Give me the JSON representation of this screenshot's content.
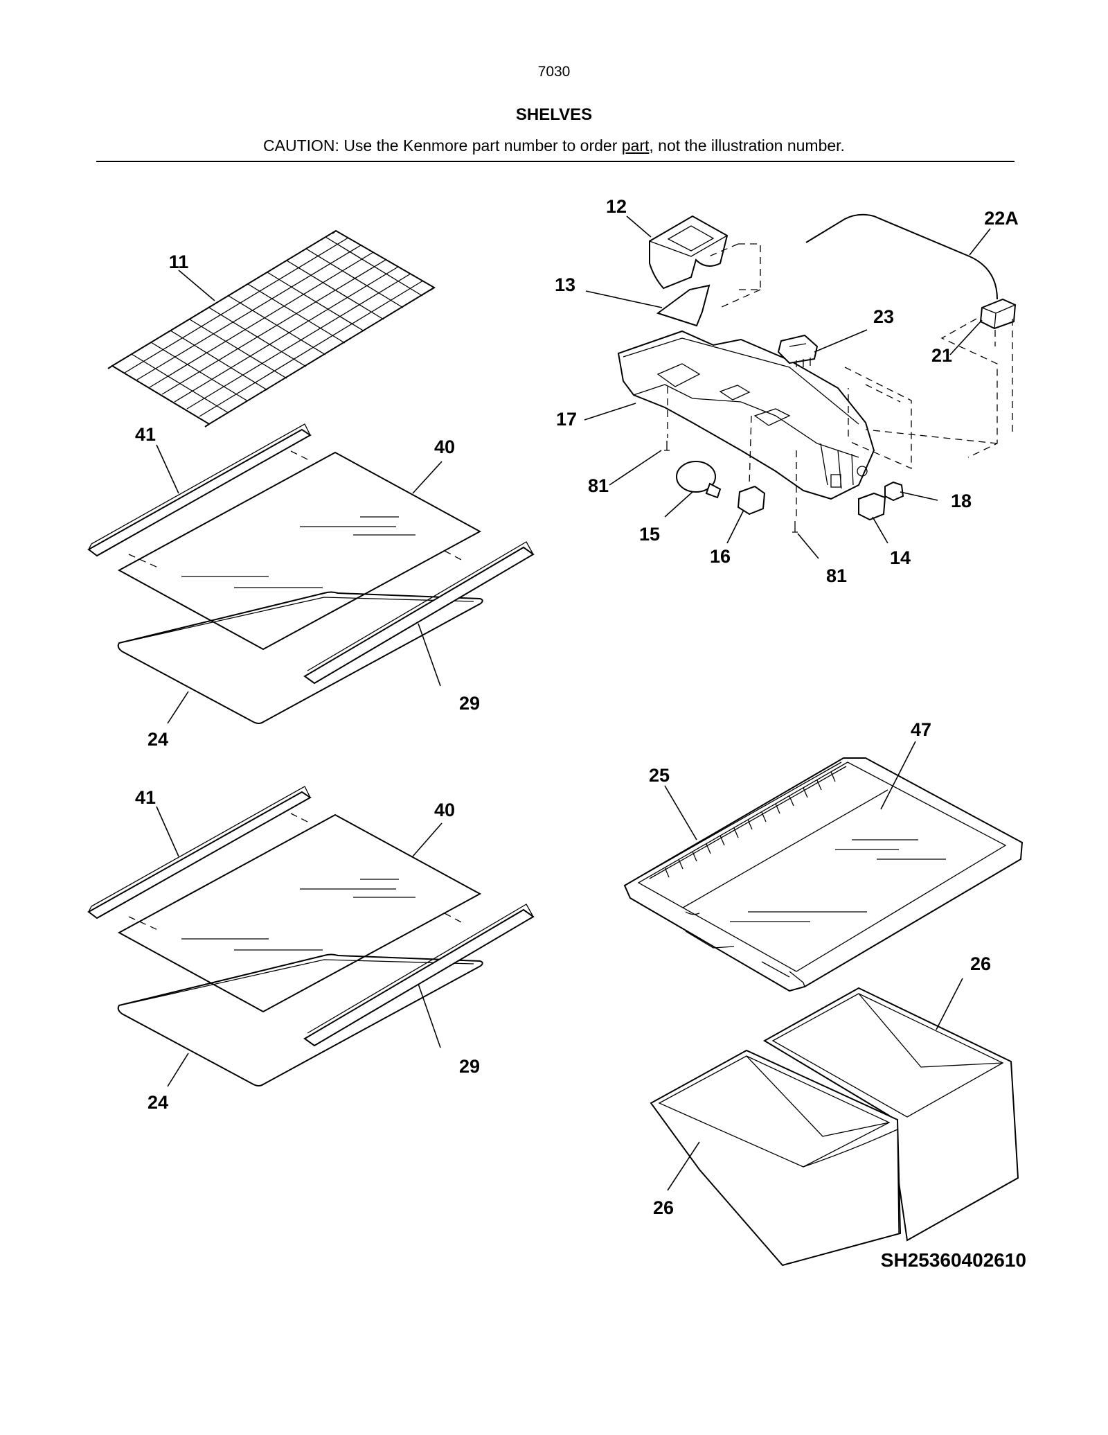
{
  "page": {
    "number": "7030",
    "title": "SHELVES",
    "caution_before": "CAUTION: Use the Kenmore part number to order ",
    "caution_link": "part",
    "caution_after": ", not the illustration number.",
    "drawing_code": "SH25360402610"
  },
  "callouts": {
    "c11": "11",
    "c12": "12",
    "c13": "13",
    "c14": "14",
    "c15": "15",
    "c16": "16",
    "c17": "17",
    "c18": "18",
    "c21": "21",
    "c22a": "22A",
    "c23": "23",
    "c24_top": "24",
    "c24_bottom": "24",
    "c25": "25",
    "c26_top": "26",
    "c26_bottom": "26",
    "c29_top": "29",
    "c29_bottom": "29",
    "c40_top": "40",
    "c40_bottom": "40",
    "c41_top": "41",
    "c41_bottom": "41",
    "c47": "47",
    "c81_left": "81",
    "c81_right": "81"
  }
}
